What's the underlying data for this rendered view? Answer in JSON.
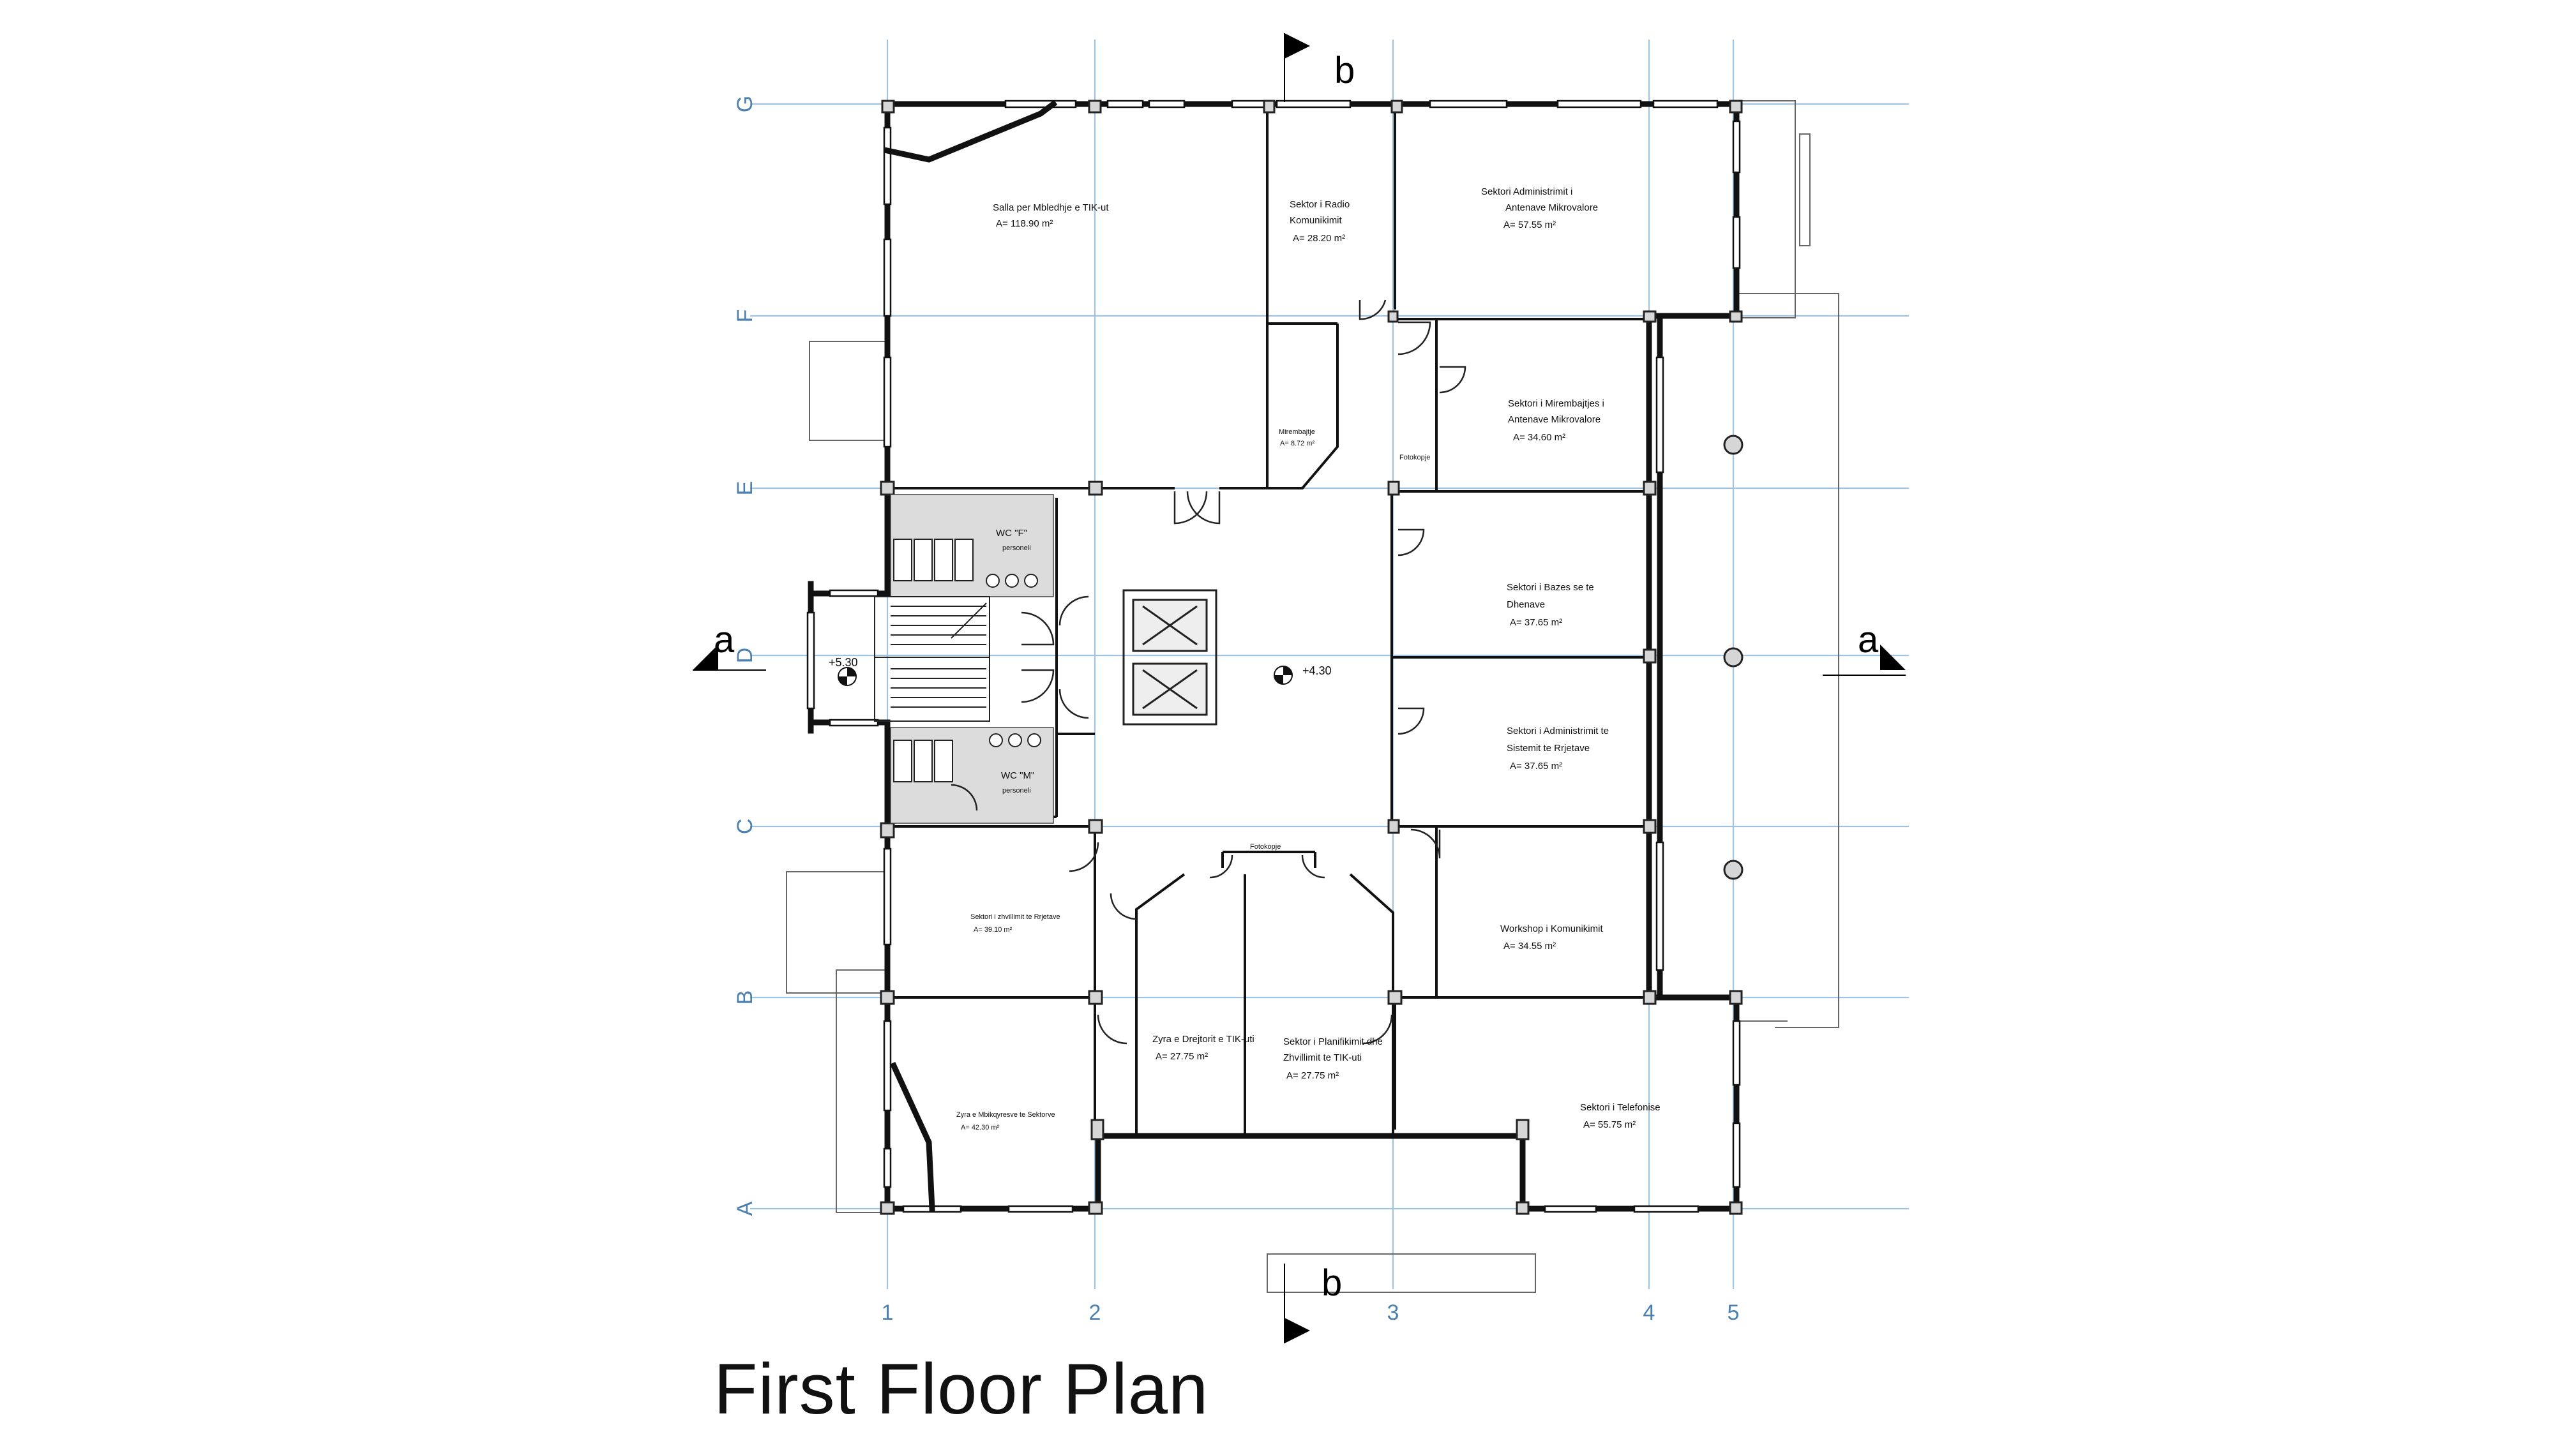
{
  "title": "First Floor Plan",
  "grid": {
    "rows": [
      "G",
      "F",
      "E",
      "D",
      "C",
      "B",
      "A"
    ],
    "columns": [
      "1",
      "2",
      "3",
      "4",
      "5"
    ]
  },
  "section_markers": {
    "a_left": "a",
    "a_right": "a",
    "b_top": "b",
    "b_bottom": "b"
  },
  "elevations": {
    "stair": "+5.30",
    "corridor": "+4.30"
  },
  "rooms": {
    "salla": {
      "name": "Salla per Mbledhje e TIK-ut",
      "area": "A= 118.90 m²"
    },
    "radio": {
      "name1": "Sektor i Radio",
      "name2": "Komunikimit",
      "area": "A= 28.20 m²"
    },
    "admin_antenave": {
      "name1": "Sektori Administrimit i",
      "name2": "Antenave Mikrovalore",
      "area": "A= 57.55 m²"
    },
    "mirembajtje": {
      "name": "Mirembajtje",
      "area": "A= 8.72 m²"
    },
    "fotokopje_upper": {
      "name": "Fotokopje"
    },
    "mirembajtjes_antenave": {
      "name1": "Sektori i Mirembajtjes i",
      "name2": "Antenave Mikrovalore",
      "area": "A= 34.60 m²"
    },
    "wc_f": {
      "name": "WC \"F\"",
      "sub": "personeli"
    },
    "wc_m": {
      "name": "WC \"M\"",
      "sub": "personeli"
    },
    "bazes": {
      "name1": "Sektori i Bazes se te",
      "name2": "Dhenave",
      "area": "A= 37.65 m²"
    },
    "admin_sistemit": {
      "name1": "Sektori i Administrimit  te",
      "name2": "Sistemit te Rrjetave",
      "area": "A= 37.65 m²"
    },
    "fotokopje_lower": {
      "name": "Fotokopje"
    },
    "zhvillimit_rrjetave": {
      "name": "Sektori i zhvillimit te Rrjetave",
      "area": "A= 39.10 m²"
    },
    "workshop": {
      "name": "Workshop i Komunikimit",
      "area": "A= 34.55 m²"
    },
    "drejtorit": {
      "name": "Zyra e Drejtorit e TIK-uti",
      "area": "A= 27.75 m²"
    },
    "planifikimit": {
      "name1": "Sektor i Planifikimit  dhe",
      "name2": "Zhvillimit te TIK-uti",
      "area": "A= 27.75 m²"
    },
    "mbikqyresve": {
      "name": "Zyra e Mbikqyresve te Sektorve",
      "area": "A= 42.30 m²"
    },
    "telefonise": {
      "name": "Sektori i Telefonise",
      "area": "A= 55.75 m²"
    }
  }
}
